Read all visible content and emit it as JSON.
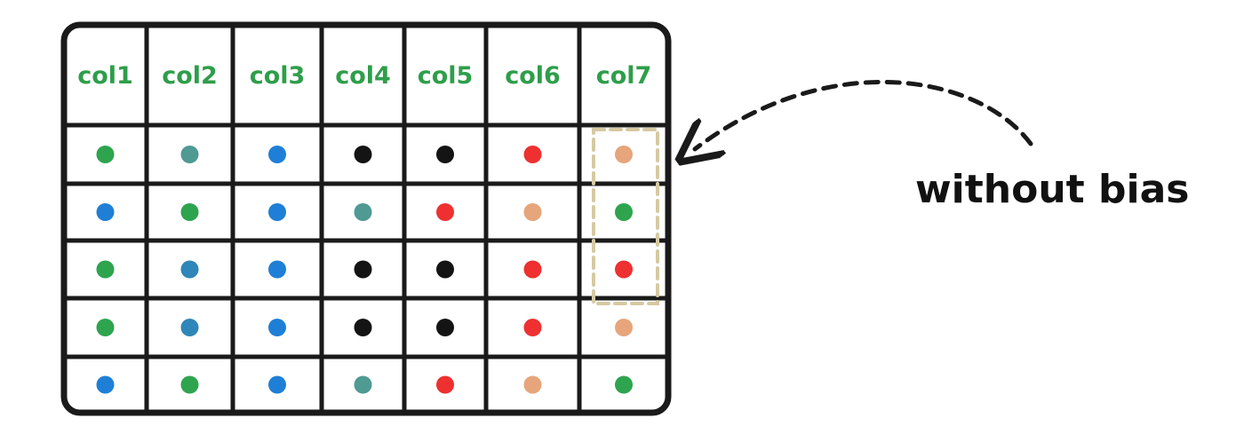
{
  "columns": [
    "col1",
    "col2",
    "col3",
    "col4",
    "col5",
    "col6",
    "col7"
  ],
  "colors": {
    "green": "#2ea44f",
    "teal": "#4f9a93",
    "blue": "#1f7fd6",
    "steel": "#2f86b8",
    "black": "#141414",
    "red": "#ee3030",
    "peach": "#e6a57a",
    "header_text": "#2e9e4a",
    "highlight": "#d6c9a2",
    "ink": "#1a1a1a"
  },
  "rows": [
    [
      "green",
      "teal",
      "blue",
      "black",
      "black",
      "red",
      "peach"
    ],
    [
      "blue",
      "green",
      "blue",
      "teal",
      "red",
      "peach",
      "green"
    ],
    [
      "green",
      "steel",
      "blue",
      "black",
      "black",
      "red",
      "red"
    ],
    [
      "green",
      "steel",
      "blue",
      "black",
      "black",
      "red",
      "peach"
    ],
    [
      "blue",
      "green",
      "blue",
      "teal",
      "red",
      "peach",
      "green"
    ]
  ],
  "highlight": {
    "column": 6,
    "rows": [
      0,
      1,
      2
    ]
  },
  "annotation": {
    "text": "without bias"
  }
}
